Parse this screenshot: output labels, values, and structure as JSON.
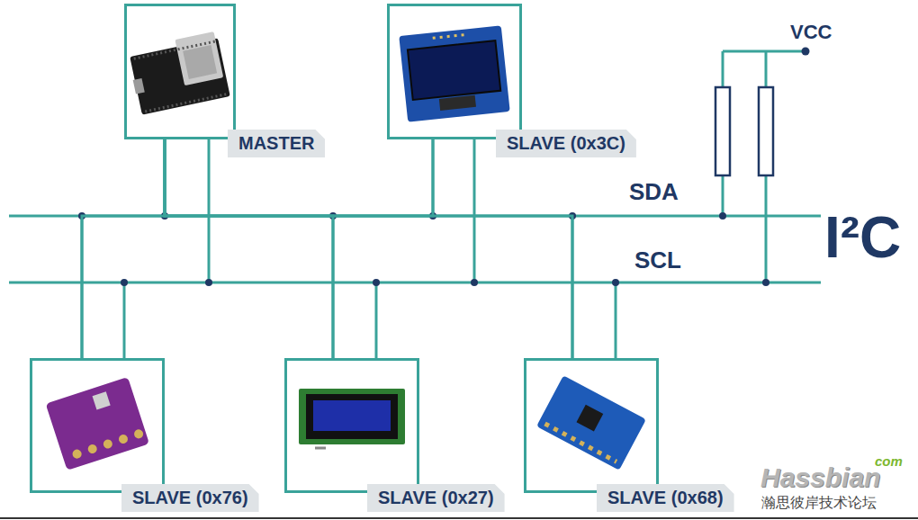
{
  "diagram": {
    "nodes": [
      {
        "text": [
          "MASTER"
        ]
      },
      {
        "text": [
          "SLAVE (0x3C)"
        ]
      },
      {
        "text": [
          "SLAVE (0x76)"
        ]
      },
      {
        "text": [
          "SLAVE (0x27)"
        ]
      },
      {
        "text": [
          "SLAVE (0x68)"
        ]
      }
    ],
    "edges": [
      {
        "from": 0,
        "to": 1,
        "arrow": "none"
      },
      {
        "from": 0,
        "to": 2,
        "arrow": "none"
      },
      {
        "from": 0,
        "to": 3,
        "arrow": "none"
      },
      {
        "from": 0,
        "to": 4,
        "arrow": "none"
      }
    ],
    "labels": [
      "VCC",
      "SDA",
      "SCL",
      "I²C",
      "com",
      "Hassbian",
      "瀚思彼岸技术论坛"
    ]
  }
}
